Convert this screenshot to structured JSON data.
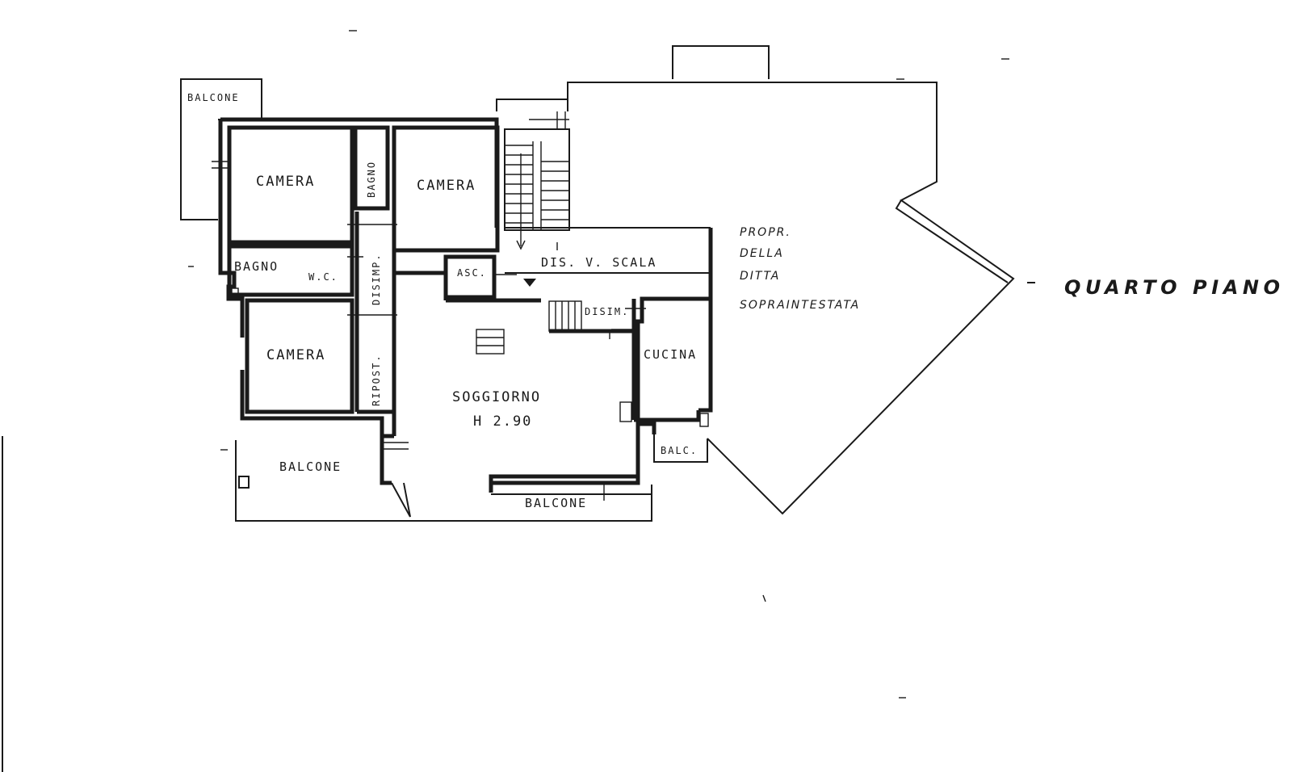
{
  "floor_title": "QUARTO PIANO",
  "rooms": {
    "camera_1": "CAMERA",
    "camera_2": "CAMERA",
    "camera_3": "CAMERA",
    "bagno_1": "BAGNO",
    "bagno_1_wc": "W.C.",
    "bagno_2": "BAGNO",
    "soggiorno": "SOGGIORNO",
    "soggiorno_height": "H 2.90",
    "cucina": "CUCINA",
    "disimpegno": "DISIMP.",
    "disimpegno_small": "DISIM.",
    "ripostiglio": "RIPOST.",
    "ascensore": "ASC.",
    "scala": "DIS. V. SCALA",
    "balcone_top": "BALCONE",
    "balcone_left": "BALCONE",
    "balcone_bottom": "BALCONE",
    "balc_small": "BALC."
  },
  "adjacent_property": {
    "line1": "PROPR.",
    "line2": "DELLA",
    "line3": "DITTA",
    "line4": "SOPRAINTESTATA"
  }
}
